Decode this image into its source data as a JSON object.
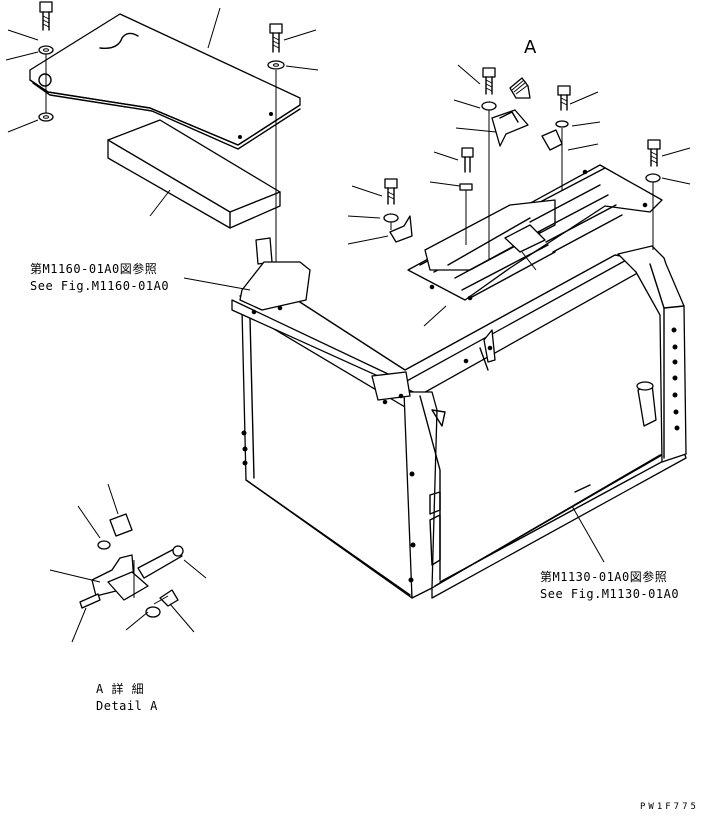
{
  "callouts": {
    "ref_m1160_jp": "第M1160-01A0図参照",
    "ref_m1160_en": "See Fig.M1160-01A0",
    "ref_m1130_jp": "第M1130-01A0図参照",
    "ref_m1130_en": "See Fig.M1130-01A0",
    "view_marker": "A",
    "detail_jp": "A 詳 細",
    "detail_en": "Detail A"
  },
  "drawing_code": "PW1F775"
}
